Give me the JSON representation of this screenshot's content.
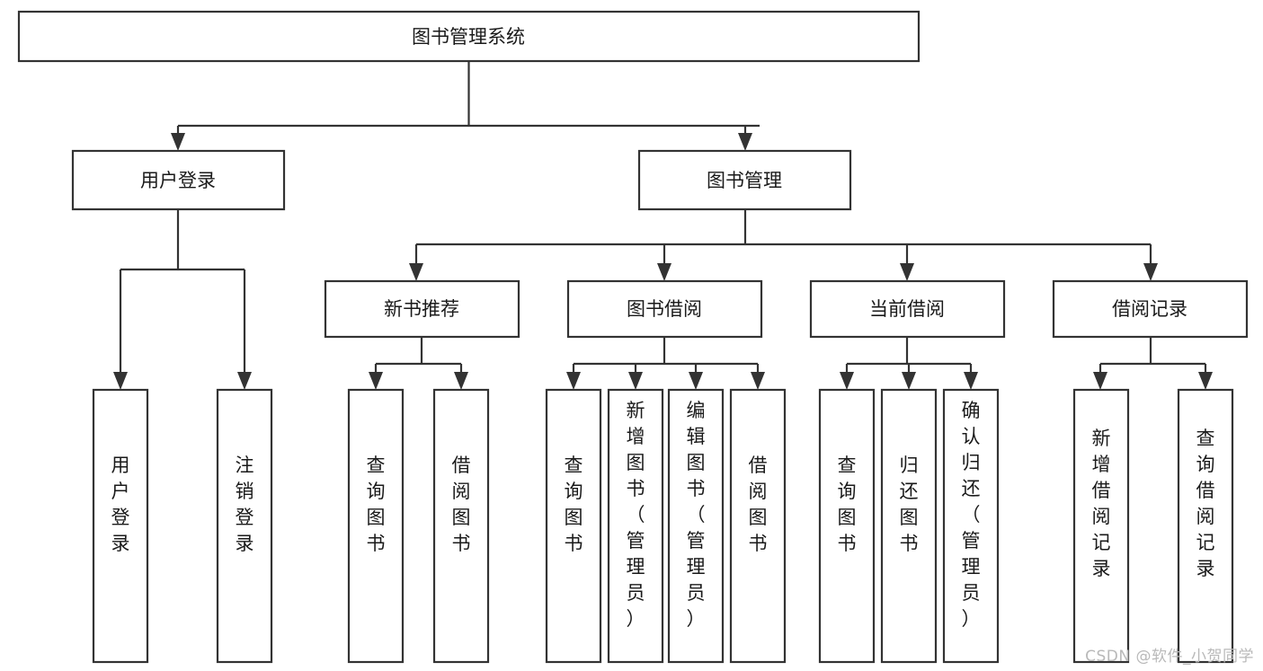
{
  "diagram": {
    "type": "tree",
    "title": "图书管理系统",
    "orientation": "top-down",
    "colors": {
      "box_stroke": "#333333",
      "box_fill": "#ffffff",
      "text": "#1a1a1a",
      "background": "#ffffff",
      "watermark": "#b9b9b9"
    },
    "levels": [
      {
        "level": 1,
        "nodes": [
          {
            "id": "root",
            "label": "图书管理系统",
            "orientation": "horizontal"
          }
        ]
      },
      {
        "level": 2,
        "nodes": [
          {
            "id": "user-login",
            "label": "用户登录",
            "parent": "root",
            "orientation": "horizontal"
          },
          {
            "id": "book-manage",
            "label": "图书管理",
            "parent": "root",
            "orientation": "horizontal"
          }
        ]
      },
      {
        "level": 3,
        "nodes": [
          {
            "id": "new-book-rec",
            "label": "新书推荐",
            "parent": "book-manage",
            "orientation": "horizontal"
          },
          {
            "id": "book-borrow",
            "label": "图书借阅",
            "parent": "book-manage",
            "orientation": "horizontal"
          },
          {
            "id": "current-borrow",
            "label": "当前借阅",
            "parent": "book-manage",
            "orientation": "horizontal"
          },
          {
            "id": "borrow-record",
            "label": "借阅记录",
            "parent": "book-manage",
            "orientation": "horizontal"
          }
        ]
      },
      {
        "level": 4,
        "nodes": [
          {
            "id": "leaf-user-login",
            "label": "用户登录",
            "parent": "user-login",
            "orientation": "vertical"
          },
          {
            "id": "leaf-logout-login",
            "label": "注销登录",
            "parent": "user-login",
            "orientation": "vertical"
          },
          {
            "id": "leaf-query-book-1",
            "label": "查询图书",
            "parent": "new-book-rec",
            "orientation": "vertical"
          },
          {
            "id": "leaf-borrow-book-1",
            "label": "借阅图书",
            "parent": "new-book-rec",
            "orientation": "vertical"
          },
          {
            "id": "leaf-query-book-2",
            "label": "查询图书",
            "parent": "book-borrow",
            "orientation": "vertical"
          },
          {
            "id": "leaf-add-book",
            "label": "新增图书（管理员）",
            "parent": "book-borrow",
            "orientation": "vertical"
          },
          {
            "id": "leaf-edit-book",
            "label": "编辑图书（管理员）",
            "parent": "book-borrow",
            "orientation": "vertical"
          },
          {
            "id": "leaf-borrow-book-2",
            "label": "借阅图书",
            "parent": "book-borrow",
            "orientation": "vertical"
          },
          {
            "id": "leaf-query-book-3",
            "label": "查询图书",
            "parent": "current-borrow",
            "orientation": "vertical"
          },
          {
            "id": "leaf-return-book",
            "label": "归还图书",
            "parent": "current-borrow",
            "orientation": "vertical"
          },
          {
            "id": "leaf-confirm-return",
            "label": "确认归还（管理员）",
            "parent": "current-borrow",
            "orientation": "vertical"
          },
          {
            "id": "leaf-add-record",
            "label": "新增借阅记录",
            "parent": "borrow-record",
            "orientation": "vertical"
          },
          {
            "id": "leaf-query-record",
            "label": "查询借阅记录",
            "parent": "borrow-record",
            "orientation": "vertical"
          }
        ]
      }
    ]
  },
  "watermark": {
    "text": "CSDN @软件_小贺同学"
  }
}
